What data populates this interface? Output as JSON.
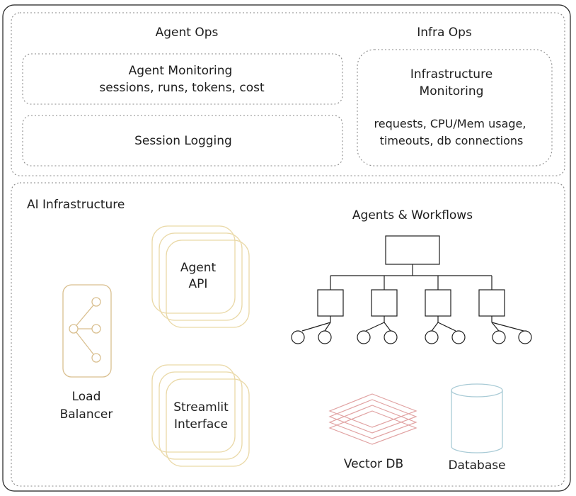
{
  "ops": {
    "agent_ops_title": "Agent Ops",
    "agent_monitoring_title": "Agent Monitoring",
    "agent_monitoring_detail": "sessions, runs, tokens, cost",
    "session_logging": "Session Logging",
    "infra_ops_title": "Infra Ops",
    "infra_monitoring_line1": "Infrastructure",
    "infra_monitoring_line2": "Monitoring",
    "infra_monitoring_detail1": "requests, CPU/Mem usage,",
    "infra_monitoring_detail2": "timeouts, db connections"
  },
  "infra": {
    "title": "AI Infrastructure",
    "agents_workflows": "Agents & Workflows",
    "agent_api_line1": "Agent",
    "agent_api_line2": "API",
    "streamlit_line1": "Streamlit",
    "streamlit_line2": "Interface",
    "load_balancer_line1": "Load",
    "load_balancer_line2": "Balancer",
    "vector_db": "Vector DB",
    "database": "Database"
  },
  "colors": {
    "stroke": "#1e1e1e",
    "dotted": "#8a8a8a",
    "load_balancer": "#d9bf8f",
    "api_cards": "#ead9a8",
    "vector_db": "#e1a3a3",
    "database": "#a9cbd6"
  }
}
